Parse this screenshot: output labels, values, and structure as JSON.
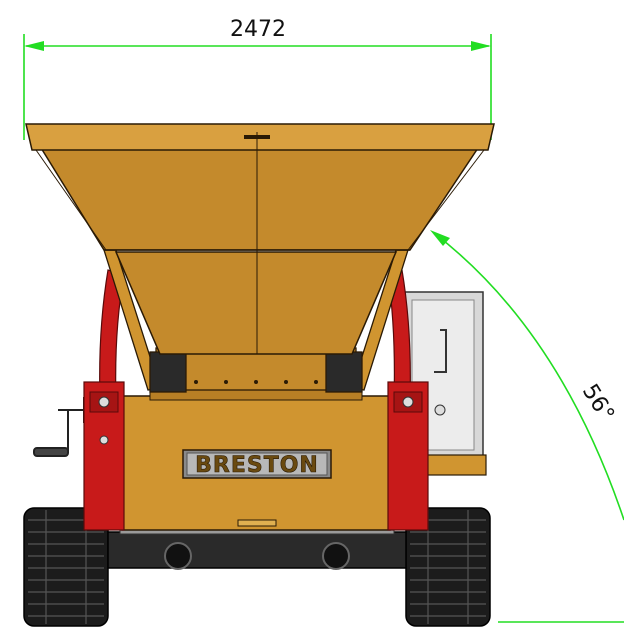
{
  "dimensions": {
    "width_label": "2472",
    "angle_label": "56°"
  },
  "brand": {
    "name": "BRESTON"
  },
  "colors": {
    "dimension_line": "#22dd22",
    "body_fill": "#d09530",
    "body_shade": "#b87f25",
    "frame_red": "#c81a1a",
    "track_dark": "#1c1c1c",
    "panel_grey": "#dcdcdc",
    "outline": "#2a1a05"
  }
}
